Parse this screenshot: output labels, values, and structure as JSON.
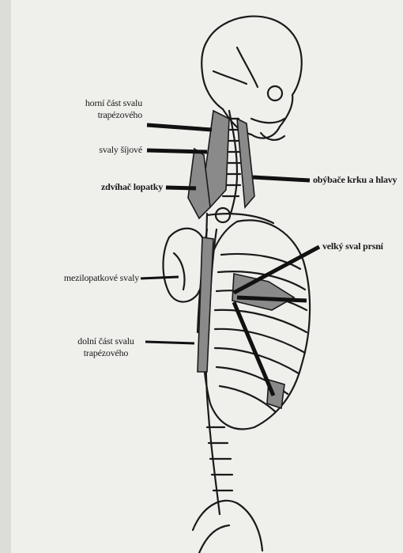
{
  "labels": {
    "upper_trapezius_l1": "horní část svalu",
    "upper_trapezius_l2": "trapézového",
    "neck_muscles": "svaly šíjové",
    "scapula_lifter": "zdvíhač lopatky",
    "neck_head_rotators": "obýbače krku a hlavy",
    "pectoralis_major": "velký sval prsní",
    "rhomboids": "mezilopatkové svaly",
    "lower_trapezius_l1": "dolní část svalu",
    "lower_trapezius_l2": "trapézového"
  },
  "colors": {
    "ink": "#1a1a1a",
    "muscle_fill": "#8a8a8a",
    "paper": "#efefec"
  }
}
